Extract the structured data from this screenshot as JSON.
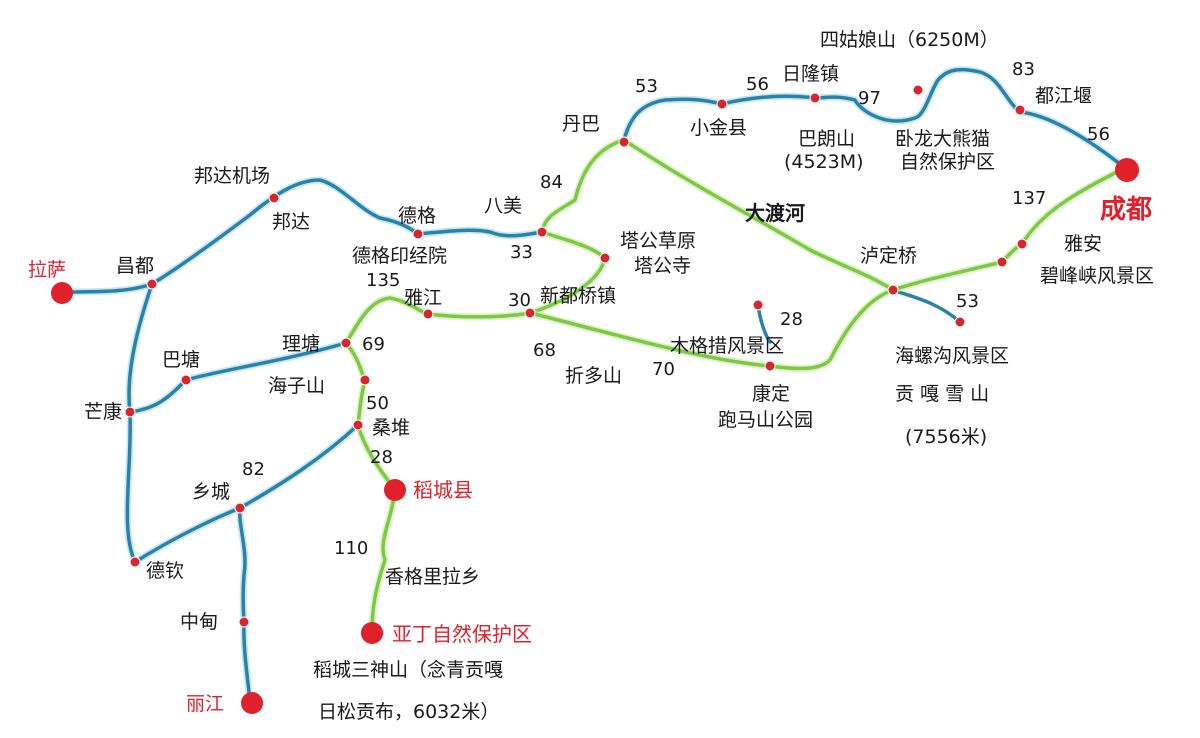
{
  "cities": {
    "chengdu": "成都",
    "lhasa": "拉萨",
    "lijiang": "丽江",
    "daocheng": "稻城县",
    "yading": "亚丁自然保护区"
  },
  "places": {
    "sigu": "四姑娘山（6250M）",
    "rilong": "日隆镇",
    "dujiangyan": "都江堰",
    "danba": "丹巴",
    "xiaojin": "小金县",
    "balang": "巴朗山",
    "balang_alt": "(4523M)",
    "wolong1": "卧龙大熊猫",
    "wolong2": "自然保护区",
    "bangda_airport": "邦达机场",
    "bangda": "邦达",
    "dege": "德格",
    "bamei": "八美",
    "dege_press": "德格印经院",
    "tagong1": "塔公草原",
    "tagong2": "塔公寺",
    "dadu": "大渡河",
    "luding": "泸定桥",
    "yaan": "雅安",
    "bifengxia": "碧峰峡风景区",
    "changdu": "昌都",
    "yajiang": "雅江",
    "xinduqiao": "新都桥镇",
    "mugecuo": "木格措风景区",
    "hailuogou": "海螺沟风景区",
    "gongga1": "贡 嘎 雪 山",
    "gongga2": "(7556米)",
    "litang": "理塘",
    "batang": "巴塘",
    "haizi": "海子山",
    "zheduo": "折多山",
    "kangding": "康定",
    "paoma": "跑马山公园",
    "mangkang": "芒康",
    "sangdui": "桑堆",
    "xiangcheng": "乡城",
    "deqin": "德钦",
    "shangrila": "香格里拉乡",
    "zhongdian": "中甸",
    "sanshen1": "稻城三神山（念青贡嘎",
    "sanshen2": "日松贡布，6032米）"
  },
  "distances": {
    "d53a": "53",
    "d56a": "56",
    "d97": "97",
    "d83": "83",
    "d56b": "56",
    "d84": "84",
    "d33": "33",
    "d137": "137",
    "d135": "135",
    "d30": "30",
    "d28a": "28",
    "d53b": "53",
    "d69": "69",
    "d68": "68",
    "d70": "70",
    "d50": "50",
    "d28b": "28",
    "d82": "82",
    "d110": "110"
  },
  "colors": {
    "north_route": "#2b82a8",
    "south_route": "#7cc94a",
    "city_marker": "#e0202a"
  }
}
